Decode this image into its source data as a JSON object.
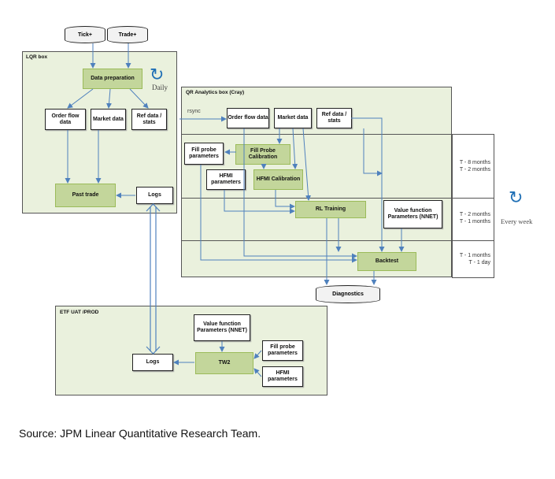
{
  "inputs": {
    "tick": "Tick+",
    "trade": "Trade+"
  },
  "lqr": {
    "title": "LQR box",
    "data_prep": "Data preparation",
    "daily": "Daily",
    "order_flow": "Order flow data",
    "market_data": "Market data",
    "ref_data": "Ref data / stats",
    "past_trade": "Past trade",
    "logs": "Logs"
  },
  "qr": {
    "title": "QR Analytics box (Cray)",
    "rsync": "rsync",
    "order_flow": "Order flow data",
    "market_data": "Market data",
    "ref_data": "Ref data / stats",
    "fill_probe_params": "Fill probe parameters",
    "fill_probe_calib": "Fill Probe Calibration",
    "hfmi_params": "HFMI parameters",
    "hfmi_calib": "HFMI Calibration",
    "rl_training": "RL Training",
    "value_fn_params": "Value function Parameters (NNET)",
    "backtest": "Backtest",
    "diagnostics": "Diagnostics"
  },
  "timeline": {
    "band1": "T - 8 months\nT - 2 months",
    "band2": "T - 2 months\nT - 1 months",
    "band3": "T - 1 months\nT - 1 day",
    "every_week": "Every week"
  },
  "etf": {
    "title": "ETF UAT /PROD",
    "value_fn_params": "Value function Parameters (NNET)",
    "fill_probe_params": "Fill probe parameters",
    "hfmi_params": "HFMI parameters",
    "tw2": "TW2",
    "logs": "Logs"
  },
  "source": "Source: JPM Linear Quantitative Research Team.",
  "colors": {
    "zone_fill": "#eaf1dd",
    "process_fill": "#c3d69b",
    "arrow": "#4f81bd"
  }
}
